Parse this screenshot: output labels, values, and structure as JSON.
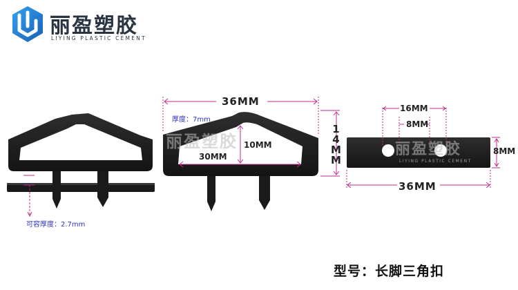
{
  "brand": {
    "name_cn": "丽盈塑胶",
    "name_en": "LIYING PLASTIC CEMENT"
  },
  "side_view": {
    "note_label": "可容厚度：2.7mm"
  },
  "front_view": {
    "width_label": "36MM",
    "height_label": "14MM",
    "inner_width_label": "30MM",
    "inner_height_label": "10MM",
    "thickness_note": "厚度：7mm",
    "watermark_cn": "丽盈塑胶"
  },
  "top_view": {
    "hole_span_label": "16MM",
    "hole_diameter_label": "8MM",
    "length_label": "36MM",
    "width_label": "8MM",
    "watermark_cn": "丽盈塑胶",
    "watermark_en": "LIYING PLASTIC CEMENT"
  },
  "model_label": "型号：长脚三角扣",
  "colors": {
    "part": "#1b1b1b",
    "dimension_line": "#c22a8c",
    "note_text": "#2f34c4",
    "logo_blue": "#1f7fd1"
  }
}
